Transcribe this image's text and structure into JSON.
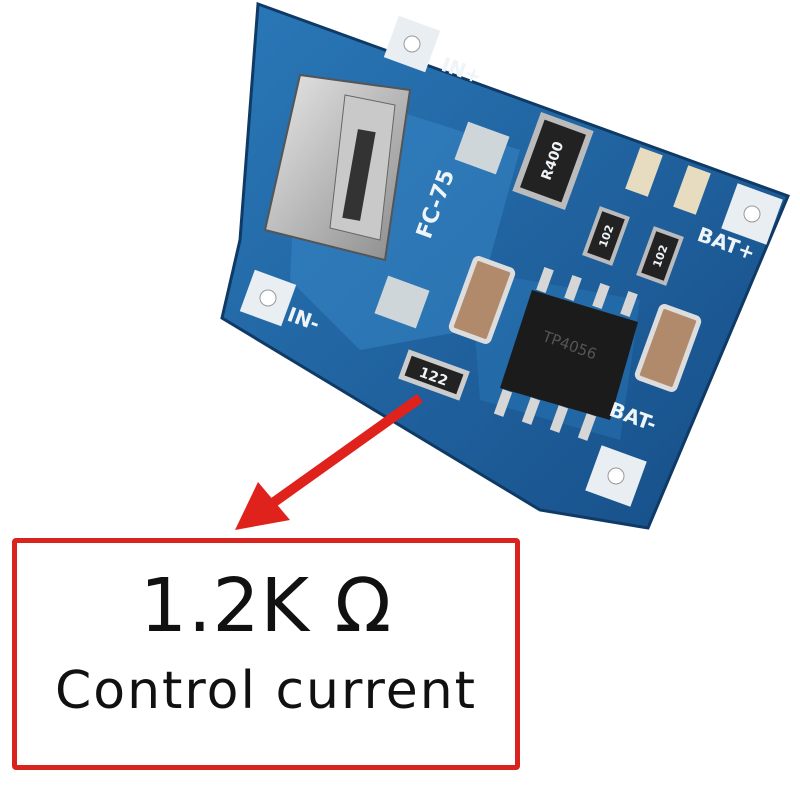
{
  "board": {
    "labels": {
      "in_plus": "IN+",
      "in_minus": "IN-",
      "bat_plus": "BAT+",
      "bat_minus": "BAT-",
      "connector_code": "FC-75",
      "sense_resistor": "R400",
      "prog_resistor": "122",
      "led_resistor_1": "102",
      "led_resistor_2": "102",
      "chip_marking": "TP4056"
    },
    "colors": {
      "pcb": "#1f5f9e",
      "arrow": "#e0221c"
    }
  },
  "callout": {
    "value": "1.2K Ω",
    "caption": "Control current",
    "border_color": "#d8231f"
  }
}
